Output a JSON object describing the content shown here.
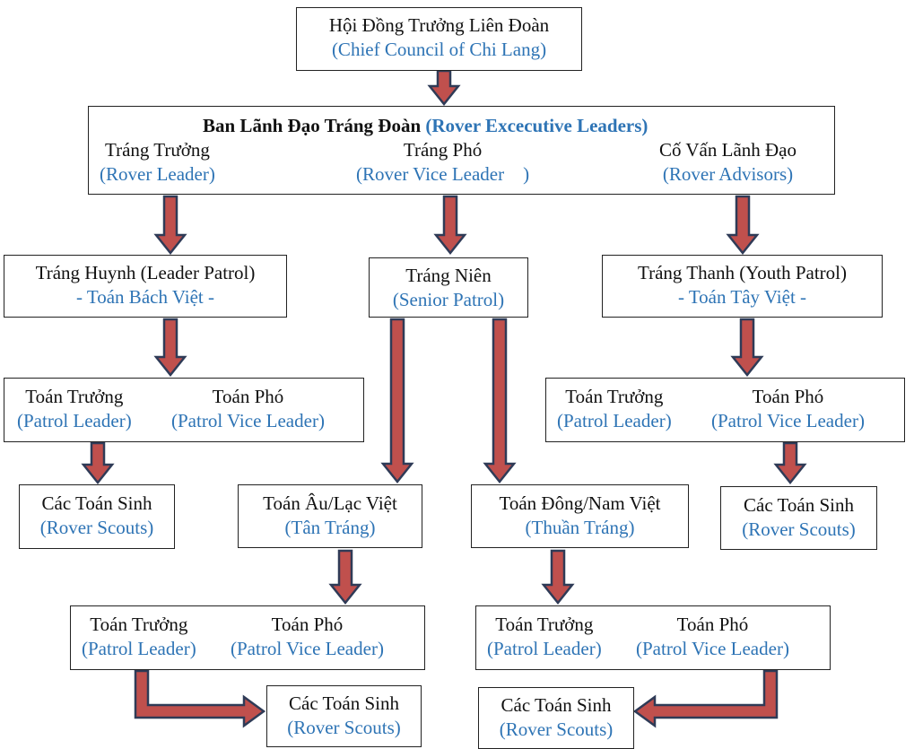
{
  "colors": {
    "arrow_fill": "#c0504d",
    "arrow_stroke": "#2f3b57",
    "english_text": "#2e74b5",
    "vietnamese_text": "#111111"
  },
  "council": {
    "vi": "Hội Đồng Trưởng Liên Đoàn",
    "en": "(Chief Council of Chi Lang)"
  },
  "executive": {
    "title_vi": "Ban Lãnh Đạo Tráng Đoàn",
    "title_en": "(Rover Excecutive Leaders)",
    "members": [
      {
        "vi": "Tráng Trưởng",
        "en": "(Rover Leader)"
      },
      {
        "vi": "Tráng Phó",
        "en": "(Rover Vice Leader    )"
      },
      {
        "vi": "Cố Vấn Lãnh Đạo",
        "en": "(Rover Advisors)"
      }
    ]
  },
  "patrols": {
    "leader": {
      "vi": "Tráng Huynh (Leader Patrol)",
      "en": "- Toán Bách Việt -"
    },
    "senior": {
      "vi": "Tráng Niên",
      "en": "(Senior Patrol)"
    },
    "youth": {
      "vi": "Tráng Thanh (Youth Patrol)",
      "en": "- Toán Tây Việt -"
    }
  },
  "left_leaders": {
    "leader_vi": "Toán Trưởng",
    "leader_en": "(Patrol Leader)",
    "vice_vi": "Toán Phó",
    "vice_en": "(Patrol Vice Leader)"
  },
  "right_leaders": {
    "leader_vi": "Toán Trưởng",
    "leader_en": "(Patrol Leader)",
    "vice_vi": "Toán Phó",
    "vice_en": "(Patrol Vice Leader)"
  },
  "scouts_left": {
    "vi": "Các Toán Sinh",
    "en": "(Rover Scouts)"
  },
  "scouts_right": {
    "vi": "Các Toán Sinh",
    "en": "(Rover Scouts)"
  },
  "au_lac": {
    "vi": "Toán Âu/Lạc Việt",
    "en": "(Tân Tráng)"
  },
  "dong_nam": {
    "vi": "Toán Đông/Nam Việt",
    "en": "(Thuần Tráng)"
  },
  "bottom_left_leaders": {
    "leader_vi": "Toán Trưởng",
    "leader_en": "(Patrol Leader)",
    "vice_vi": "Toán Phó",
    "vice_en": "(Patrol Vice Leader)"
  },
  "bottom_right_leaders": {
    "leader_vi": "Toán Trưởng",
    "leader_en": "(Patrol Leader)",
    "vice_vi": "Toán Phó",
    "vice_en": "(Patrol Vice Leader)"
  },
  "scouts_bottom_left": {
    "vi": "Các Toán Sinh",
    "en": "(Rover Scouts)"
  },
  "scouts_bottom_right": {
    "vi": "Các Toán Sinh",
    "en": "(Rover Scouts)"
  }
}
